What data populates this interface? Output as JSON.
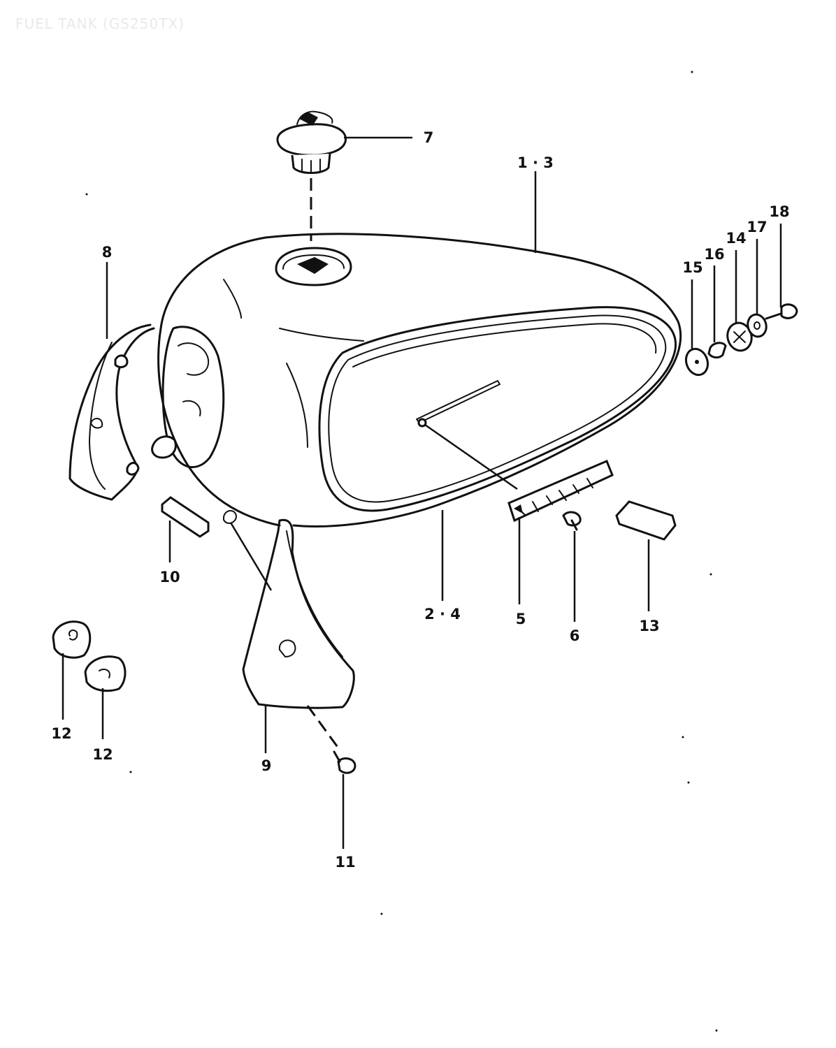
{
  "title": "FUEL TANK (GS250TX)",
  "callouts": {
    "c1_3": "1 · 3",
    "c2_4": "2 · 4",
    "c5": "5",
    "c6": "6",
    "c7": "7",
    "c8": "8",
    "c9": "9",
    "c10": "10",
    "c11": "11",
    "c12a": "12",
    "c12b": "12",
    "c13": "13",
    "c14": "14",
    "c15": "15",
    "c16": "16",
    "c17": "17",
    "c18": "18"
  }
}
